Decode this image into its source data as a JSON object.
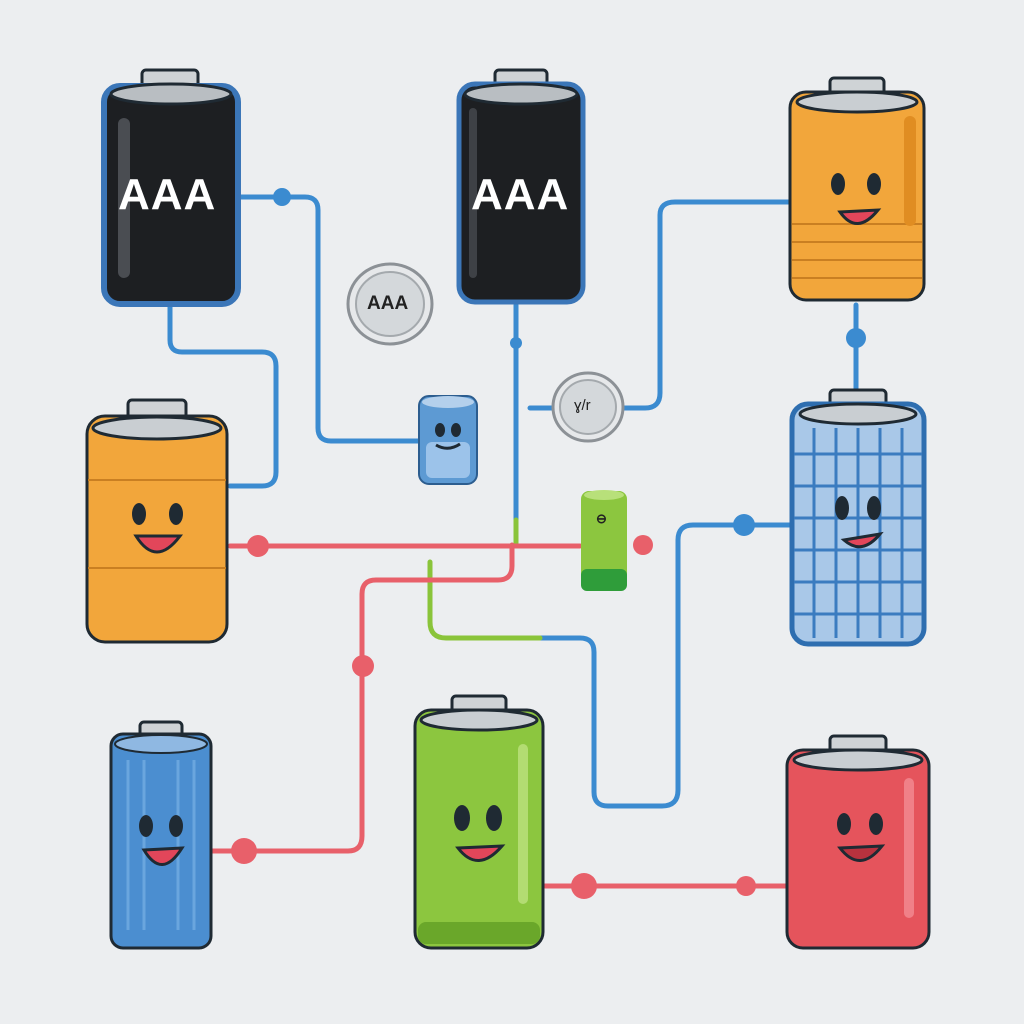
{
  "colors": {
    "background": "#eceef0",
    "wire_blue": "#3b8bd0",
    "wire_red": "#e8606a",
    "wire_green": "#8ac43a",
    "outline": "#1f2a33"
  },
  "batteries": [
    {
      "id": "black-aaa-left",
      "label": "AAA",
      "color": "#1d1f22",
      "face": false
    },
    {
      "id": "black-aaa-center",
      "label": "AAA",
      "color": "#1d1f22",
      "face": false
    },
    {
      "id": "orange-top-right",
      "label": "",
      "color": "#f2a63b",
      "face": true
    },
    {
      "id": "orange-mid-left",
      "label": "",
      "color": "#f2a63b",
      "face": true
    },
    {
      "id": "small-blue-center",
      "label": "",
      "color": "#5d9ad3",
      "face": true
    },
    {
      "id": "small-green-center",
      "label": "",
      "color": "#8cc63f",
      "face": false
    },
    {
      "id": "grid-blue-right",
      "label": "",
      "color": "#a9c8e8",
      "face": true
    },
    {
      "id": "blue-bottom-left",
      "label": "",
      "color": "#4b8ed0",
      "face": true
    },
    {
      "id": "green-bottom-center",
      "label": "",
      "color": "#8cc63f",
      "face": true
    },
    {
      "id": "red-bottom-right",
      "label": "",
      "color": "#e5545c",
      "face": true
    }
  ],
  "coins": [
    {
      "id": "coin-aaa",
      "label": "AAA"
    },
    {
      "id": "coin-scribble",
      "label": "ɣ/r"
    }
  ],
  "small_green_symbol": "⊖"
}
